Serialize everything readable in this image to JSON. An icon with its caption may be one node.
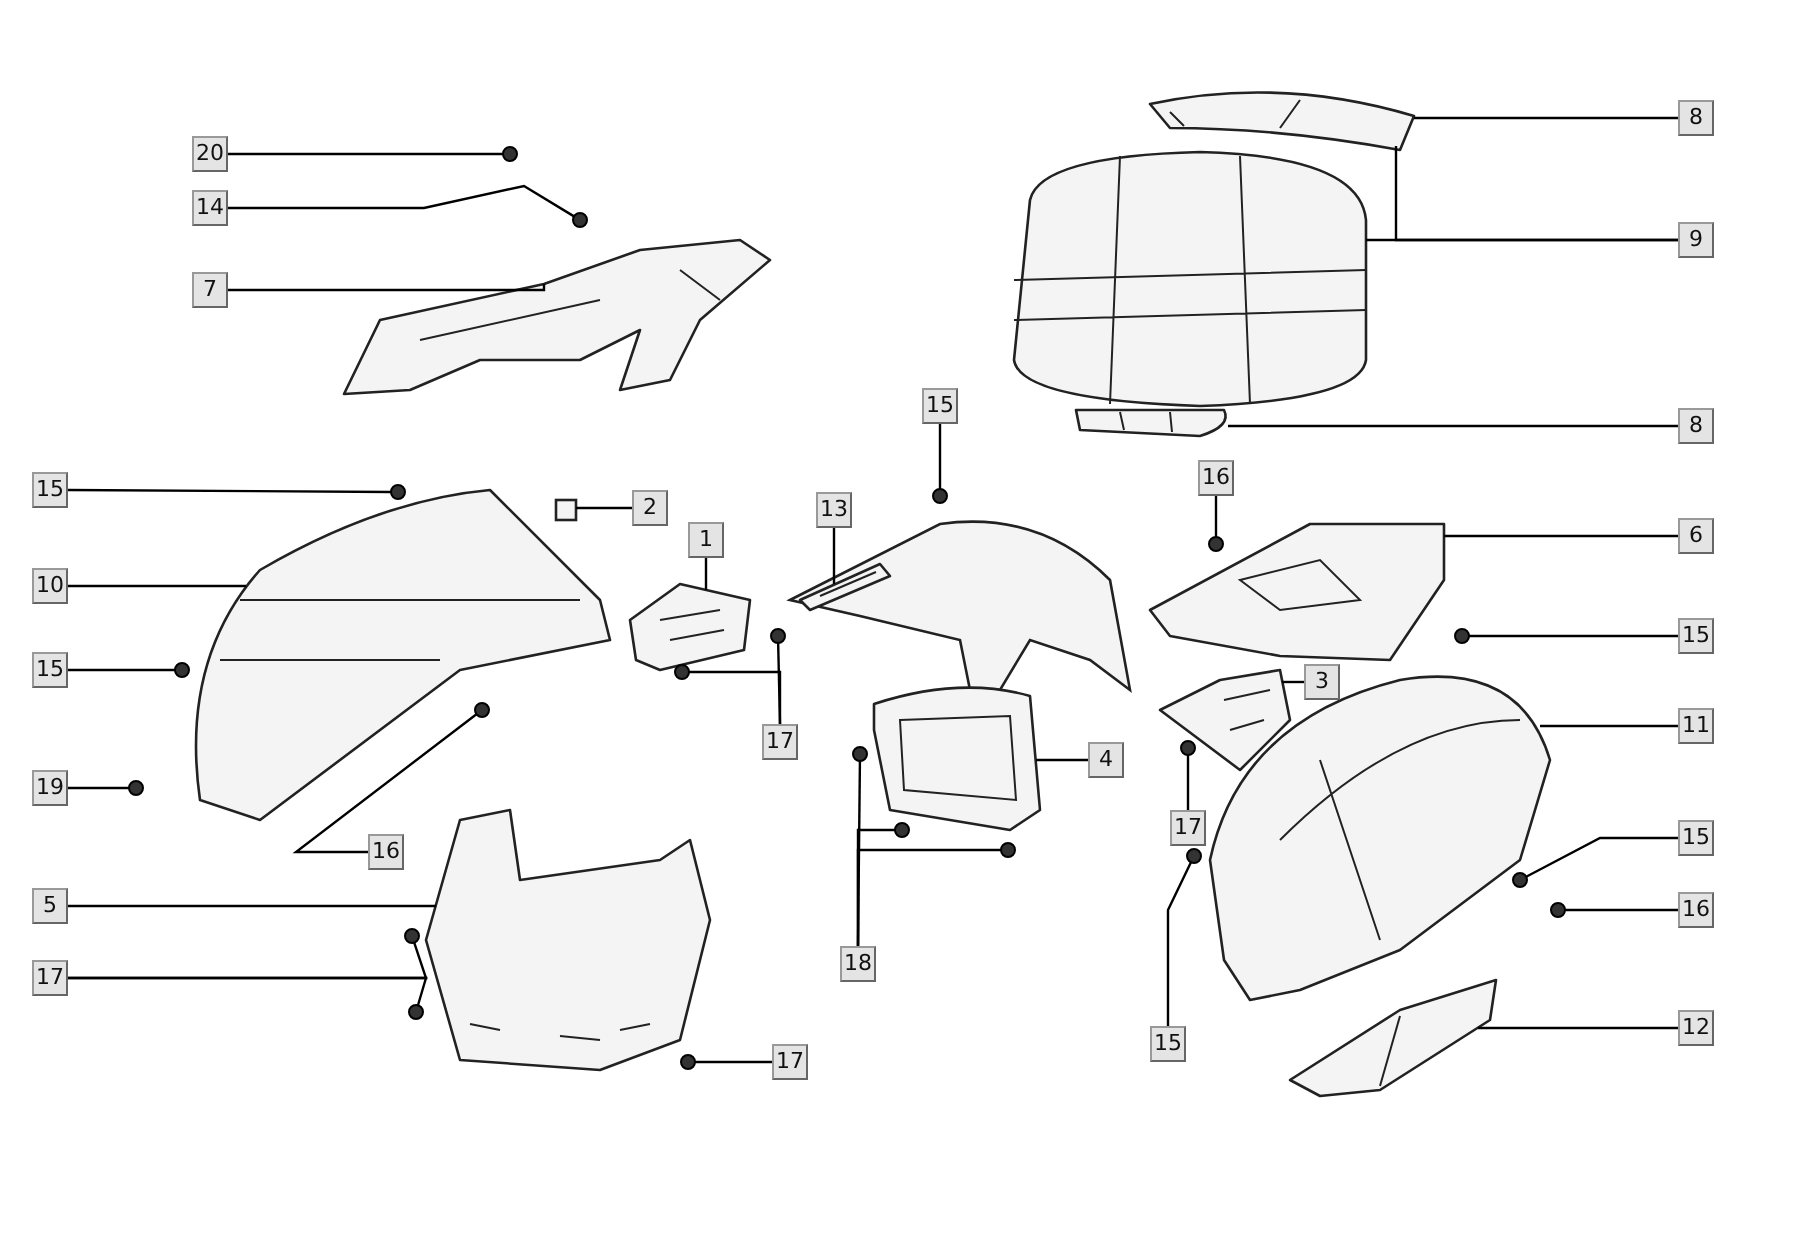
{
  "diagram": {
    "nodes": [
      {
        "text": [
          "20"
        ]
      },
      {
        "text": [
          "8"
        ]
      },
      {
        "text": [
          "14"
        ]
      },
      {
        "text": [
          "9"
        ]
      },
      {
        "text": [
          "7"
        ]
      },
      {
        "text": [
          "8"
        ]
      },
      {
        "text": [
          "15"
        ]
      },
      {
        "text": [
          "16"
        ]
      },
      {
        "text": [
          "15"
        ]
      },
      {
        "text": [
          "2"
        ]
      },
      {
        "text": [
          "13"
        ]
      },
      {
        "text": [
          "6"
        ]
      },
      {
        "text": [
          "1"
        ]
      },
      {
        "text": [
          "10"
        ]
      },
      {
        "text": [
          "15"
        ]
      },
      {
        "text": [
          "15"
        ]
      },
      {
        "text": [
          "3"
        ]
      },
      {
        "text": [
          "11"
        ]
      },
      {
        "text": [
          "17"
        ]
      },
      {
        "text": [
          "4"
        ]
      },
      {
        "text": [
          "19"
        ]
      },
      {
        "text": [
          "16"
        ]
      },
      {
        "text": [
          "17"
        ]
      },
      {
        "text": [
          "15"
        ]
      },
      {
        "text": [
          "16"
        ]
      },
      {
        "text": [
          "5"
        ]
      },
      {
        "text": [
          "18"
        ]
      },
      {
        "text": [
          "17"
        ]
      },
      {
        "text": [
          "15"
        ]
      },
      {
        "text": [
          "12"
        ]
      },
      {
        "text": [
          "17"
        ]
      },
      {
        "text": [],
        "shape": "picture"
      },
      {
        "text": [],
        "shape": "picture"
      },
      {
        "text": [],
        "shape": "picture"
      },
      {
        "text": [],
        "shape": "picture"
      },
      {
        "text": [],
        "shape": "circle"
      },
      {
        "text": [],
        "shape": "circle"
      },
      {
        "text": [],
        "shape": "circle"
      },
      {
        "text": [],
        "shape": "circle"
      },
      {
        "text": [],
        "shape": "circle"
      },
      {
        "text": [],
        "shape": "box"
      },
      {
        "text": [],
        "shape": "picture"
      },
      {
        "text": [],
        "shape": "picture"
      },
      {
        "text": [],
        "shape": "picture"
      },
      {
        "text": [],
        "shape": "picture"
      },
      {
        "text": [],
        "shape": "circle"
      },
      {
        "text": [],
        "shape": "circle"
      },
      {
        "text": [],
        "shape": "picture"
      },
      {
        "text": [],
        "shape": "picture"
      },
      {
        "text": [],
        "shape": "circle"
      },
      {
        "text": [],
        "shape": "circle"
      },
      {
        "text": [],
        "shape": "picture"
      },
      {
        "text": [],
        "shape": "circle"
      },
      {
        "text": [],
        "shape": "circle"
      },
      {
        "text": [],
        "shape": "circle"
      },
      {
        "text": [],
        "shape": "circle"
      },
      {
        "text": [],
        "shape": "circle"
      },
      {
        "text": [],
        "shape": "picture"
      },
      {
        "text": [],
        "shape": "circle"
      },
      {
        "text": [],
        "shape": "circle"
      },
      {
        "text": [],
        "shape": "circle"
      },
      {
        "text": [],
        "shape": "circle"
      },
      {
        "text": [],
        "shape": "circle"
      },
      {
        "text": [],
        "shape": "circle"
      },
      {
        "text": [],
        "shape": "picture"
      },
      {
        "text": [],
        "shape": "circle"
      }
    ],
    "edges": [
      {
        "from": 0,
        "to": 35,
        "arrow": "none"
      },
      {
        "from": 1,
        "to": 31,
        "arrow": "none"
      },
      {
        "from": 2,
        "to": 36,
        "arrow": "none"
      },
      {
        "from": 3,
        "to": 31,
        "arrow": "none"
      },
      {
        "from": 3,
        "to": 32,
        "arrow": "none"
      },
      {
        "from": 4,
        "to": 34,
        "arrow": "none"
      },
      {
        "from": 5,
        "to": 33,
        "arrow": "none"
      },
      {
        "from": 6,
        "to": 37,
        "arrow": "none"
      },
      {
        "from": 7,
        "to": 38,
        "arrow": "none"
      },
      {
        "from": 8,
        "to": 39,
        "arrow": "none"
      },
      {
        "from": 9,
        "to": 40,
        "arrow": "none"
      },
      {
        "from": 10,
        "to": 41,
        "arrow": "none"
      },
      {
        "from": 11,
        "to": 42,
        "arrow": "none"
      },
      {
        "from": 12,
        "to": 43,
        "arrow": "none"
      },
      {
        "from": 13,
        "to": 44,
        "arrow": "none"
      },
      {
        "from": 14,
        "to": 45,
        "arrow": "none"
      },
      {
        "from": 15,
        "to": 46,
        "arrow": "none"
      },
      {
        "from": 16,
        "to": 47,
        "arrow": "none"
      },
      {
        "from": 17,
        "to": 48,
        "arrow": "none"
      },
      {
        "from": 18,
        "to": 49,
        "arrow": "none"
      },
      {
        "from": 18,
        "to": 50,
        "arrow": "none"
      },
      {
        "from": 19,
        "to": 51,
        "arrow": "none"
      },
      {
        "from": 20,
        "to": 52,
        "arrow": "none"
      },
      {
        "from": 21,
        "to": 53,
        "arrow": "none"
      },
      {
        "from": 22,
        "to": 54,
        "arrow": "none"
      },
      {
        "from": 23,
        "to": 55,
        "arrow": "none"
      },
      {
        "from": 24,
        "to": 56,
        "arrow": "none"
      },
      {
        "from": 25,
        "to": 57,
        "arrow": "none"
      },
      {
        "from": 26,
        "to": 58,
        "arrow": "none"
      },
      {
        "from": 26,
        "to": 59,
        "arrow": "none"
      },
      {
        "from": 26,
        "to": 60,
        "arrow": "none"
      },
      {
        "from": 27,
        "to": 61,
        "arrow": "none"
      },
      {
        "from": 27,
        "to": 62,
        "arrow": "none"
      },
      {
        "from": 28,
        "to": 63,
        "arrow": "none"
      },
      {
        "from": 29,
        "to": 64,
        "arrow": "none"
      },
      {
        "from": 30,
        "to": 65,
        "arrow": "none"
      }
    ]
  }
}
